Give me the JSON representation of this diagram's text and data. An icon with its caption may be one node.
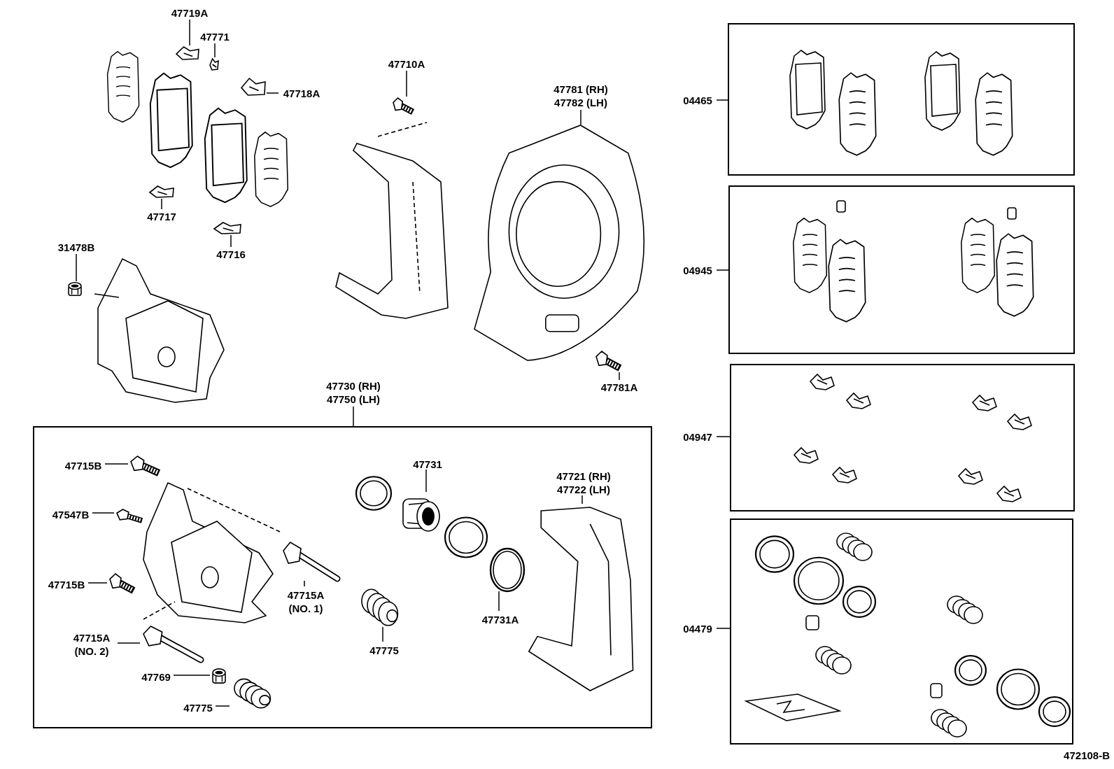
{
  "diagram": {
    "nodes": [
      {
        "text": [
          "47719A"
        ]
      },
      {
        "text": [],
        "shape": "picture"
      },
      {
        "text": [
          "47771"
        ]
      },
      {
        "text": [],
        "shape": "picture"
      },
      {
        "text": [
          "47718A"
        ]
      },
      {
        "text": [],
        "shape": "picture"
      },
      {
        "text": [
          "47717"
        ]
      },
      {
        "text": [],
        "shape": "picture"
      },
      {
        "text": [
          "47716"
        ]
      },
      {
        "text": [],
        "shape": "picture"
      },
      {
        "text": [
          "31478B"
        ]
      },
      {
        "text": [],
        "shape": "picture"
      },
      {
        "text": [
          "47710A"
        ]
      },
      {
        "text": [],
        "shape": "picture"
      },
      {
        "text": [
          "47781 (RH)",
          "47782 (LH)"
        ]
      },
      {
        "text": [],
        "shape": "picture"
      },
      {
        "text": [
          "47781A"
        ]
      },
      {
        "text": [],
        "shape": "picture"
      },
      {
        "text": [
          "47730 (RH)",
          "47750 (LH)"
        ]
      },
      {
        "text": [],
        "shape": "box"
      },
      {
        "text": [
          "47715B"
        ],
        "in": 19
      },
      {
        "text": [],
        "shape": "picture",
        "in": 19
      },
      {
        "text": [
          "47547B"
        ],
        "in": 19
      },
      {
        "text": [],
        "shape": "picture",
        "in": 19
      },
      {
        "text": [
          "47715B"
        ],
        "in": 19
      },
      {
        "text": [],
        "shape": "picture",
        "in": 19
      },
      {
        "text": [
          "47715A",
          "(NO. 2)"
        ],
        "in": 19
      },
      {
        "text": [],
        "shape": "picture",
        "in": 19
      },
      {
        "text": [
          "47769"
        ],
        "in": 19
      },
      {
        "text": [],
        "shape": "picture",
        "in": 19
      },
      {
        "text": [
          "47775"
        ],
        "in": 19
      },
      {
        "text": [],
        "shape": "picture",
        "in": 19
      },
      {
        "text": [
          "47715A",
          "(NO. 1)"
        ],
        "in": 19
      },
      {
        "text": [],
        "shape": "picture",
        "in": 19
      },
      {
        "text": [
          "47731"
        ],
        "in": 19
      },
      {
        "text": [],
        "shape": "picture",
        "in": 19
      },
      {
        "text": [
          "47775"
        ],
        "in": 19
      },
      {
        "text": [],
        "shape": "picture",
        "in": 19
      },
      {
        "text": [
          "47731A"
        ],
        "in": 19
      },
      {
        "text": [],
        "shape": "picture",
        "in": 19
      },
      {
        "text": [
          "47721 (RH)",
          "47722 (LH)"
        ],
        "in": 19
      },
      {
        "text": [],
        "shape": "picture",
        "in": 19
      },
      {
        "text": [
          "04465"
        ]
      },
      {
        "text": [],
        "shape": "box"
      },
      {
        "text": [
          "04945"
        ]
      },
      {
        "text": [],
        "shape": "box"
      },
      {
        "text": [
          "04947"
        ]
      },
      {
        "text": [],
        "shape": "box"
      },
      {
        "text": [
          "04479"
        ]
      },
      {
        "text": [],
        "shape": "box"
      }
    ],
    "edges": [
      {
        "from": 0,
        "to": 1,
        "arrow": "none"
      },
      {
        "from": 2,
        "to": 3,
        "arrow": "none"
      },
      {
        "from": 4,
        "to": 5,
        "arrow": "none"
      },
      {
        "from": 6,
        "to": 7,
        "arrow": "none"
      },
      {
        "from": 8,
        "to": 9,
        "arrow": "none"
      },
      {
        "from": 10,
        "to": 11,
        "arrow": "none"
      },
      {
        "from": 12,
        "to": 13,
        "arrow": "none"
      },
      {
        "from": 14,
        "to": 15,
        "arrow": "none"
      },
      {
        "from": 16,
        "to": 17,
        "arrow": "none"
      },
      {
        "from": 18,
        "to": 19,
        "arrow": "none"
      },
      {
        "from": 20,
        "to": 21,
        "arrow": "none"
      },
      {
        "from": 22,
        "to": 23,
        "arrow": "none"
      },
      {
        "from": 24,
        "to": 25,
        "arrow": "none"
      },
      {
        "from": 26,
        "to": 27,
        "arrow": "none"
      },
      {
        "from": 28,
        "to": 29,
        "arrow": "none"
      },
      {
        "from": 30,
        "to": 31,
        "arrow": "none"
      },
      {
        "from": 32,
        "to": 33,
        "arrow": "none"
      },
      {
        "from": 34,
        "to": 35,
        "arrow": "none"
      },
      {
        "from": 36,
        "to": 37,
        "arrow": "none"
      },
      {
        "from": 38,
        "to": 39,
        "arrow": "none"
      },
      {
        "from": 40,
        "to": 41,
        "arrow": "none"
      },
      {
        "from": 42,
        "to": 43,
        "arrow": "none"
      },
      {
        "from": 44,
        "to": 45,
        "arrow": "none"
      },
      {
        "from": 46,
        "to": 47,
        "arrow": "none"
      },
      {
        "from": 48,
        "to": 49,
        "arrow": "none"
      }
    ],
    "labels": [
      "472108-B"
    ]
  }
}
